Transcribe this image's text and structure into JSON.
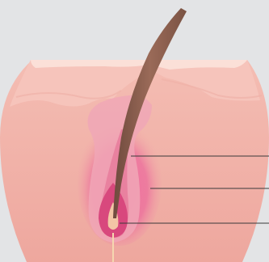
{
  "diagram": {
    "subject": "hair-follicle-cross-section",
    "colors": {
      "background": "#e3e4e6",
      "dermis": "#f2b3aa",
      "dermis_dark": "#eaa69d",
      "epidermis": "#f7c9c0",
      "epidermis_top": "#fbe2db",
      "hair_shaft": "#8d5f4f",
      "hair_shaft_dark": "#6f4a3e",
      "follicle_glow": "#e85a95",
      "bulb": "#d8487d",
      "root_line": "#f5d7b0",
      "leader_line": "#3a3a3a"
    },
    "callouts": [
      {
        "id": "callout-1",
        "label": ""
      },
      {
        "id": "callout-2",
        "label": ""
      },
      {
        "id": "callout-3",
        "label": ""
      }
    ]
  }
}
